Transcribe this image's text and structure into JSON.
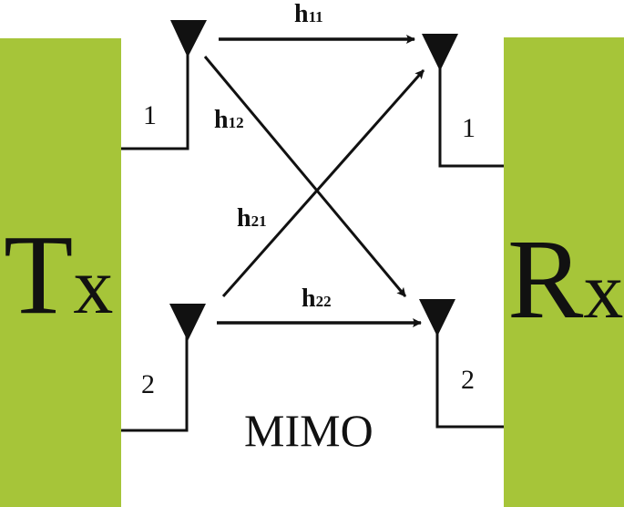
{
  "diagram": {
    "title": "MIMO",
    "transmitter": {
      "label_main": "T",
      "label_sub": "x",
      "antennas": [
        "1",
        "2"
      ]
    },
    "receiver": {
      "label_main": "R",
      "label_sub": "x",
      "antennas": [
        "1",
        "2"
      ]
    },
    "channels": [
      {
        "name": "h",
        "index": "11",
        "from": "Tx1",
        "to": "Rx1"
      },
      {
        "name": "h",
        "index": "12",
        "from": "Tx1",
        "to": "Rx2"
      },
      {
        "name": "h",
        "index": "21",
        "from": "Tx2",
        "to": "Rx1"
      },
      {
        "name": "h",
        "index": "22",
        "from": "Tx2",
        "to": "Rx2"
      }
    ],
    "colors": {
      "block": "#a6c539",
      "ink": "#111111",
      "background": "#ffffff"
    }
  }
}
